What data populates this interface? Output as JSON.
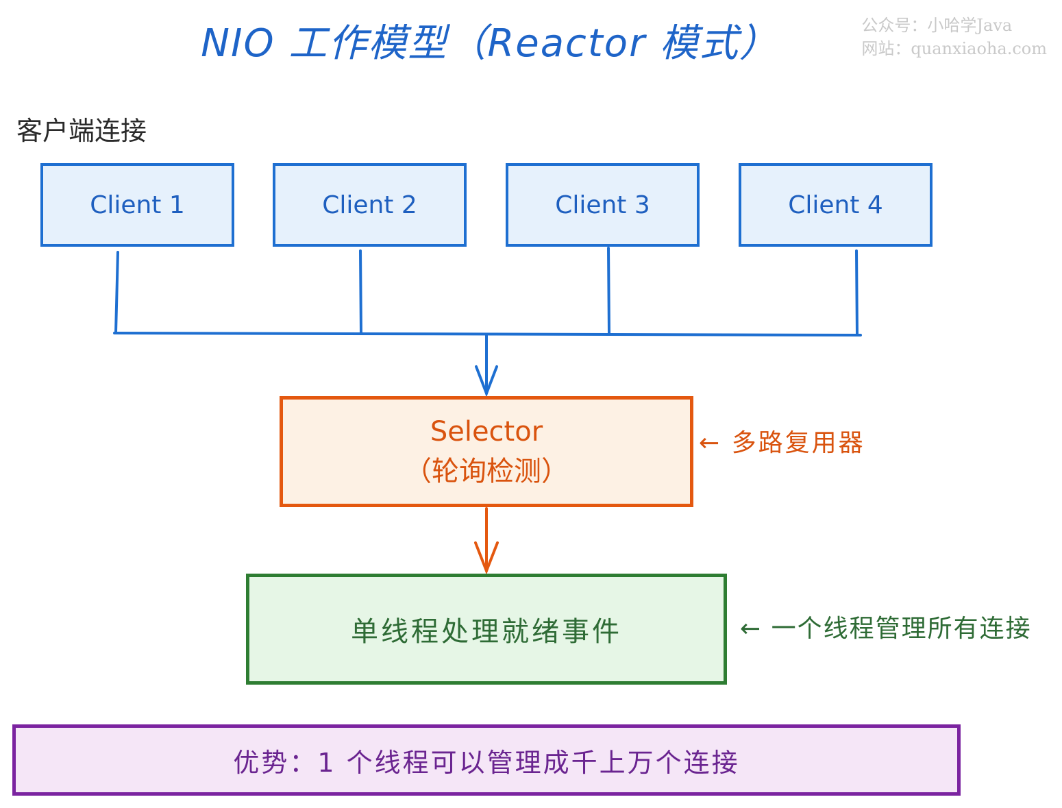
{
  "title": "NIO 工作模型（Reactor 模式）",
  "watermark": {
    "line1": "公众号：小哈学Java",
    "line2": "网站：quanxiaoha.com"
  },
  "section_label": "客户端连接",
  "clients": [
    {
      "label": "Client 1"
    },
    {
      "label": "Client 2"
    },
    {
      "label": "Client 3"
    },
    {
      "label": "Client 4"
    }
  ],
  "selector": {
    "title": "Selector",
    "subtitle": "（轮询检测）",
    "note": "← 多路复用器"
  },
  "thread_box": {
    "label": "单线程处理就绪事件",
    "note": "← 一个线程管理所有连接"
  },
  "advantage": {
    "label": "优势：1 个线程可以管理成千上万个连接"
  },
  "colors": {
    "client_stroke": "#1e6fd1",
    "client_fill": "#e6f1fc",
    "selector_stroke": "#e4580f",
    "selector_fill": "#fdf1e4",
    "thread_stroke": "#2e7d32",
    "thread_fill": "#e6f6e6",
    "advantage_stroke": "#7b23a0",
    "advantage_fill": "#f5e6f7"
  }
}
